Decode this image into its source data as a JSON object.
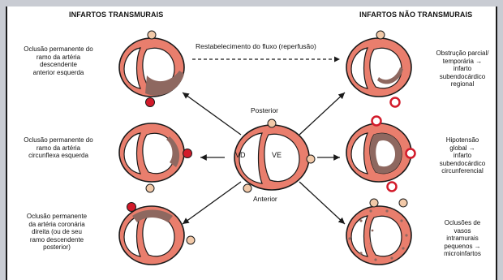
{
  "headers": {
    "left": "INFARTOS TRANSMURAIS",
    "right": "INFARTOS NÃO TRANSMURAIS"
  },
  "top_link": "Restabelecimento do fluxo (reperfusão)",
  "center": {
    "top": "Posterior",
    "bottom": "Anterior",
    "left_chamber": "VD",
    "right_chamber": "VE"
  },
  "left_labels": [
    [
      "Oclusão permanente do",
      "ramo da artéria",
      "descendente",
      "anterior esquerda"
    ],
    [
      "Oclusão permanente do",
      "ramo da artéria",
      "circunflexa esquerda"
    ],
    [
      "Oclusão permanente",
      "da artéria coronária",
      "direita (ou de seu",
      "ramo descendente",
      "posterior)"
    ]
  ],
  "right_labels": [
    [
      "Obstrução parcial/",
      "temporária →",
      "infarto",
      "subendocárdico",
      "regional"
    ],
    [
      "Hipotensão",
      "global →",
      "infarto",
      "subendocárdico",
      "circunferencial"
    ],
    [
      "Oclusões de",
      "vasos",
      "intramurais",
      "pequenos →",
      "microinfartos"
    ]
  ],
  "colors": {
    "myocardium": "#e97e6d",
    "infarct": "#8e6860",
    "outline": "#1a1a1a",
    "vessel_occluded": "#d21a2a",
    "vessel_open": "#f2c9a8",
    "background": "#ffffff"
  }
}
